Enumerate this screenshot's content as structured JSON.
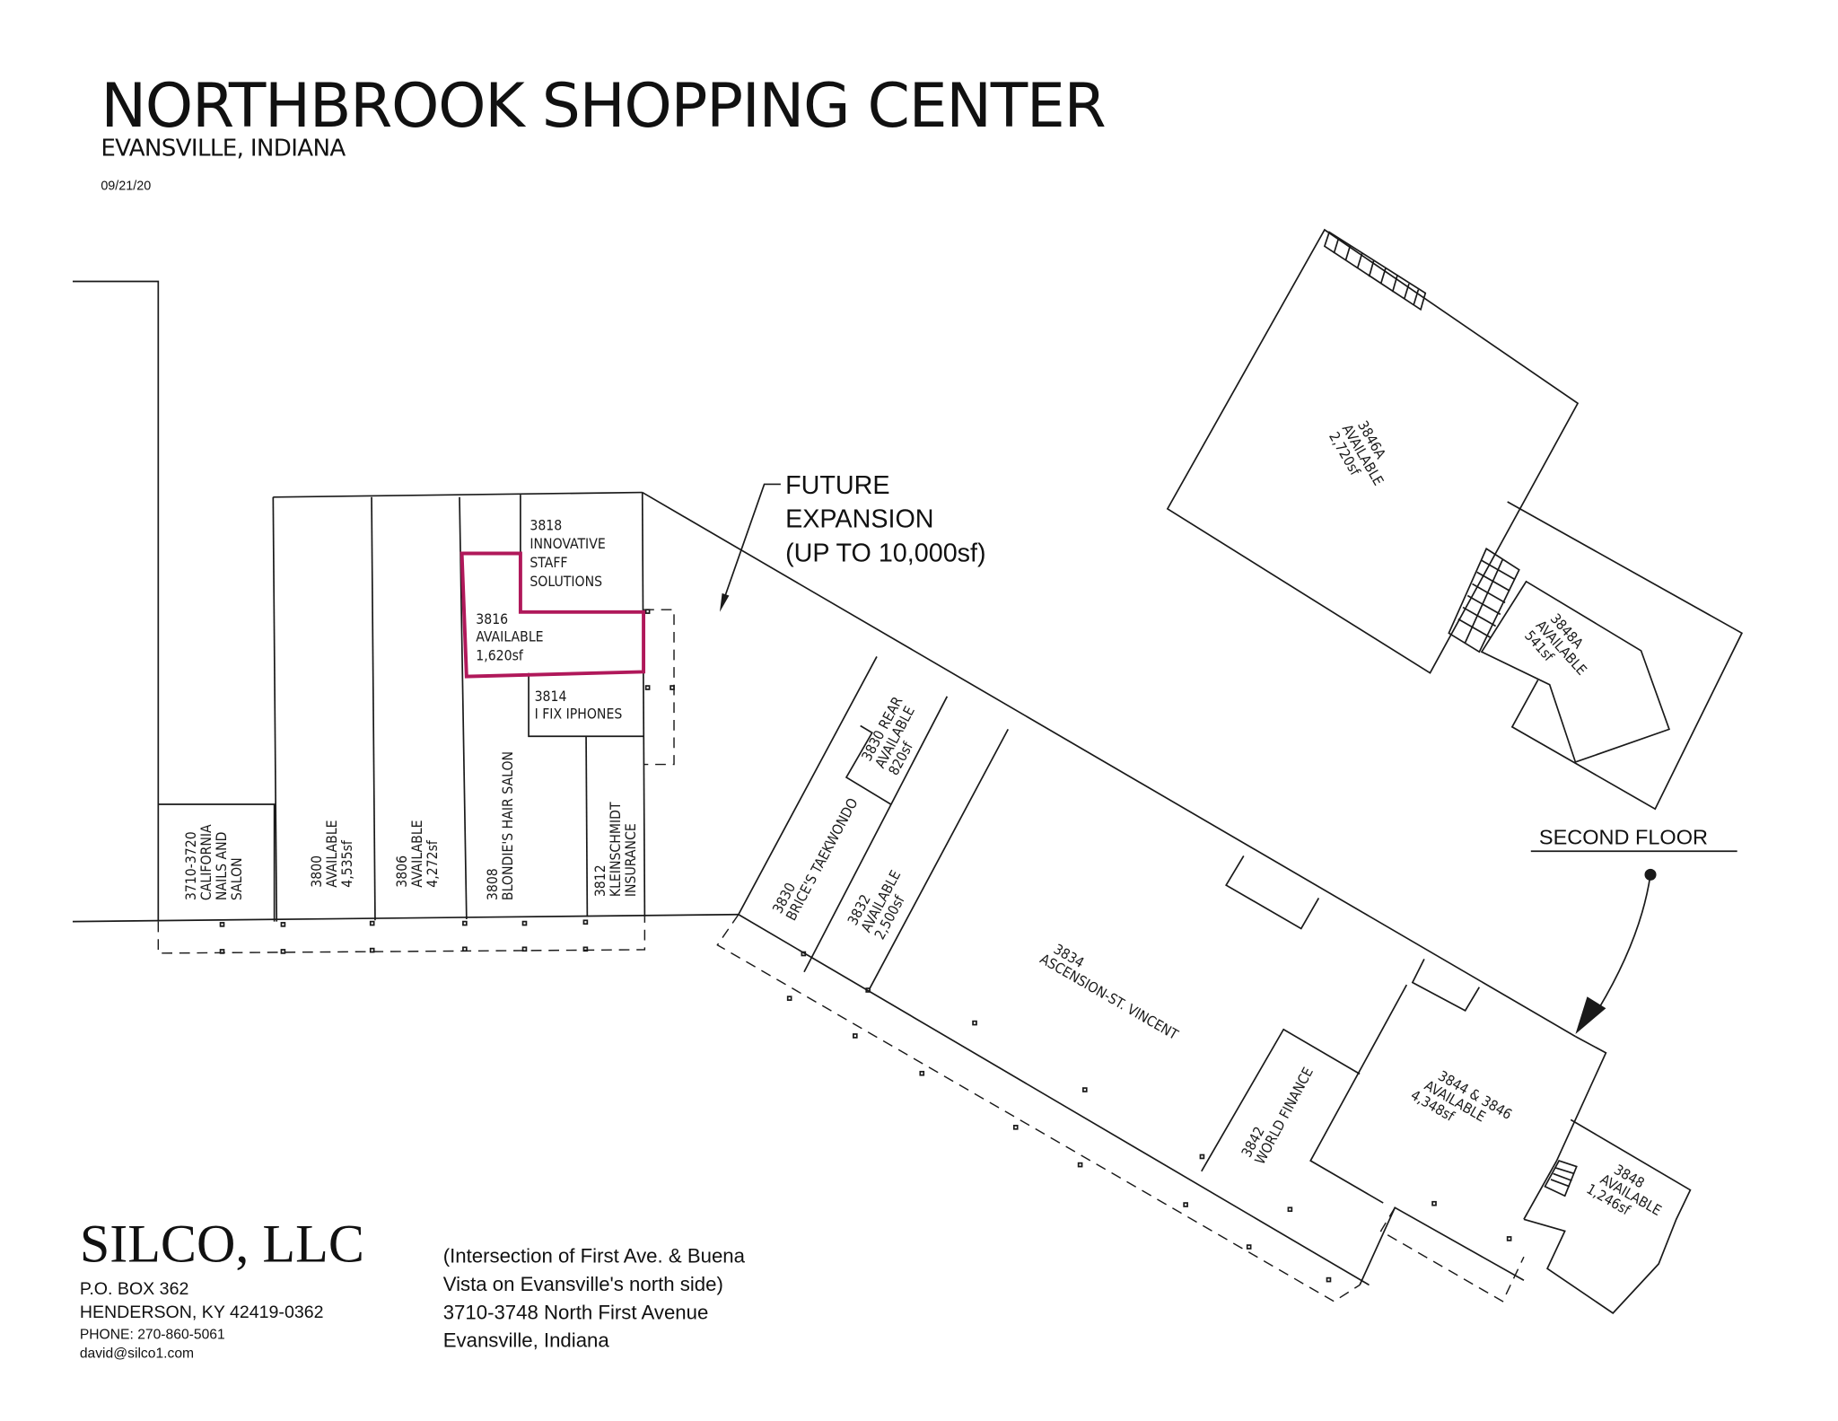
{
  "header": {
    "title": "NORTHBROOK SHOPPING CENTER",
    "subtitle": "EVANSVILLE, INDIANA",
    "date": "09/21/20"
  },
  "colors": {
    "line": "#1a1a1a",
    "highlight": "#b0185a",
    "background": "#ffffff"
  },
  "callouts": {
    "future_expansion": [
      "FUTURE",
      "EXPANSION",
      "(UP TO 10,000sf)"
    ],
    "second_floor": "SECOND FLOOR"
  },
  "units": {
    "u3710": [
      "3710-3720",
      "CALIFORNIA",
      "NAILS AND",
      "SALON"
    ],
    "u3800": [
      "3800",
      "AVAILABLE",
      "4,535sf"
    ],
    "u3806": [
      "3806",
      "AVAILABLE",
      "4,272sf"
    ],
    "u3808": [
      "3808",
      "BLONDIE'S HAIR SALON"
    ],
    "u3812": [
      "3812",
      "KLEINSCHMIDT",
      "INSURANCE"
    ],
    "u3814": [
      "3814",
      "I FIX IPHONES"
    ],
    "u3816": [
      "3816",
      "AVAILABLE",
      "1,620sf"
    ],
    "u3818": [
      "3818",
      "INNOVATIVE",
      "STAFF",
      "SOLUTIONS"
    ],
    "u3830": [
      "3830",
      "BRICE'S TAEKWONDO"
    ],
    "u3830r": [
      "3830 REAR",
      "AVAILABLE",
      "820sf"
    ],
    "u3832": [
      "3832",
      "AVAILABLE",
      "2,500sf"
    ],
    "u3834": [
      "3834",
      "ASCENSION-ST. VINCENT"
    ],
    "u3842": [
      "3842",
      "WORLD FINANCE"
    ],
    "u3844": [
      "3844 & 3846",
      "AVAILABLE",
      "4,348sf"
    ],
    "u3848": [
      "3848",
      "AVAILABLE",
      "1,246sf"
    ],
    "u3846a": [
      "3846A",
      "AVAILABLE",
      "2,720sf"
    ],
    "u3848a": [
      "3848A",
      "AVAILABLE",
      "541sf"
    ]
  },
  "company": {
    "name": "SILCO, LLC",
    "po_box": "P.O. BOX 362",
    "city": "HENDERSON, KY 42419-0362",
    "phone": "PHONE: 270-860-5061",
    "email": "david@silco1.com"
  },
  "location": {
    "lines": [
      "(Intersection of First Ave. & Buena",
      "Vista on Evansville's north side)",
      "3710-3748 North First Avenue",
      "Evansville, Indiana"
    ]
  }
}
